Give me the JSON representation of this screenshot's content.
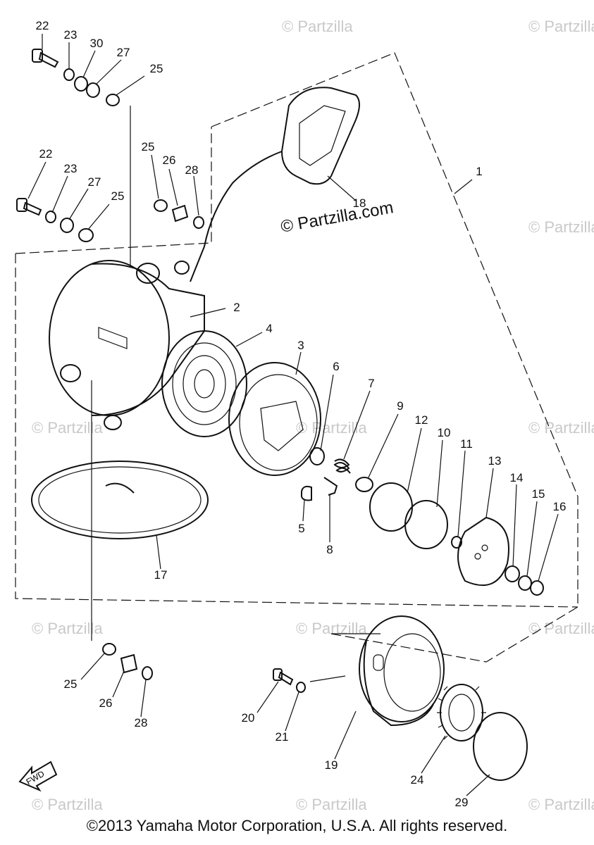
{
  "watermarks": {
    "corner": "© Partzilla",
    "center": "© Partzilla.com"
  },
  "fwd_label": "FWD",
  "copyright": "©2013 Yamaha Motor Corporation, U.S.A. All rights reserved.",
  "callouts": {
    "c22a": "22",
    "c23a": "23",
    "c30": "30",
    "c27a": "27",
    "c25a": "25",
    "c22b": "22",
    "c23b": "23",
    "c27b": "27",
    "c25b": "25",
    "c25c": "25",
    "c26a": "26",
    "c28a": "28",
    "c18": "18",
    "c1": "1",
    "c2": "2",
    "c4": "4",
    "c3": "3",
    "c6": "6",
    "c7": "7",
    "c9": "9",
    "c12": "12",
    "c10": "10",
    "c11": "11",
    "c13": "13",
    "c14": "14",
    "c15": "15",
    "c16": "16",
    "c5": "5",
    "c8": "8",
    "c17": "17",
    "c25d": "25",
    "c26b": "26",
    "c28b": "28",
    "c20": "20",
    "c21": "21",
    "c19": "19",
    "c24": "24",
    "c29": "29"
  }
}
